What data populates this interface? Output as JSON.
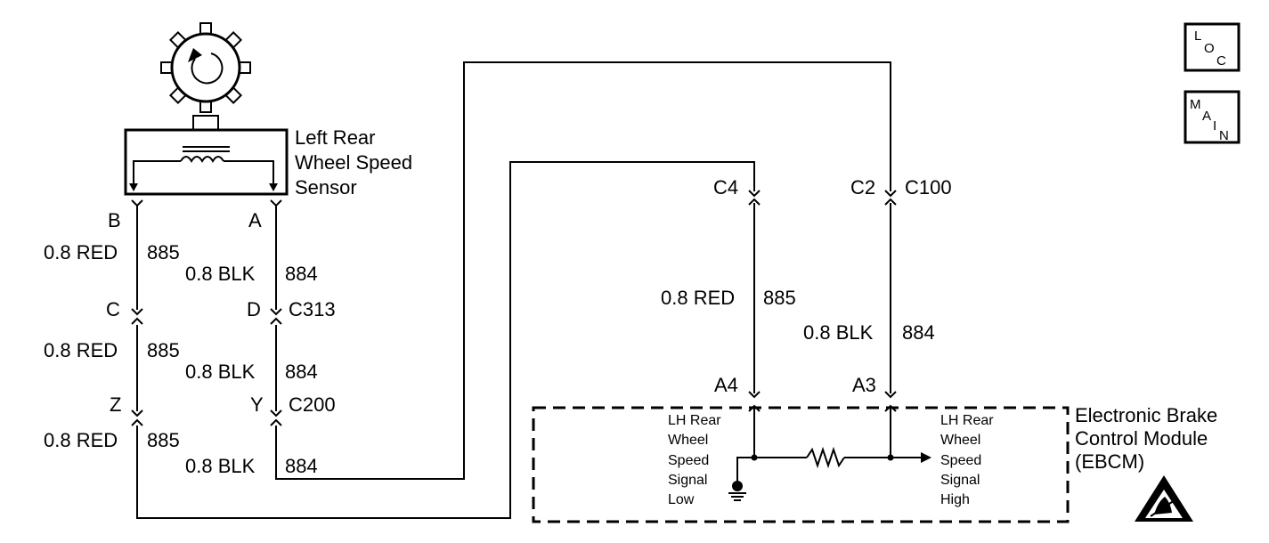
{
  "sensor": {
    "name_line1": "Left Rear",
    "name_line2": "Wheel Speed",
    "name_line3": "Sensor"
  },
  "module": {
    "name_line1": "Electronic Brake",
    "name_line2": "Control Module",
    "name_line3": "(EBCM)",
    "left_line1": "LH Rear",
    "left_line2": "Wheel",
    "left_line3": "Speed",
    "left_line4": "Signal",
    "left_line5": "Low",
    "right_line1": "LH Rear",
    "right_line2": "Wheel",
    "right_line3": "Speed",
    "right_line4": "Signal",
    "right_line5": "High"
  },
  "pins": {
    "b": "B",
    "a": "A",
    "c": "C",
    "d": "D",
    "z": "Z",
    "y": "Y",
    "c4": "C4",
    "c2": "C2",
    "a4": "A4",
    "a3": "A3"
  },
  "connectors": {
    "c313": "C313",
    "c200": "C200",
    "c100": "C100"
  },
  "wires": {
    "red_color": "0.8 RED",
    "red_circuit": "885",
    "blk_color": "0.8 BLK",
    "blk_circuit": "884"
  },
  "buttons": {
    "loc": {
      "l1": "L",
      "l2": "O",
      "l3": "C"
    },
    "main": {
      "l1": "M",
      "l2": "A",
      "l3": "I",
      "l4": "N"
    }
  }
}
